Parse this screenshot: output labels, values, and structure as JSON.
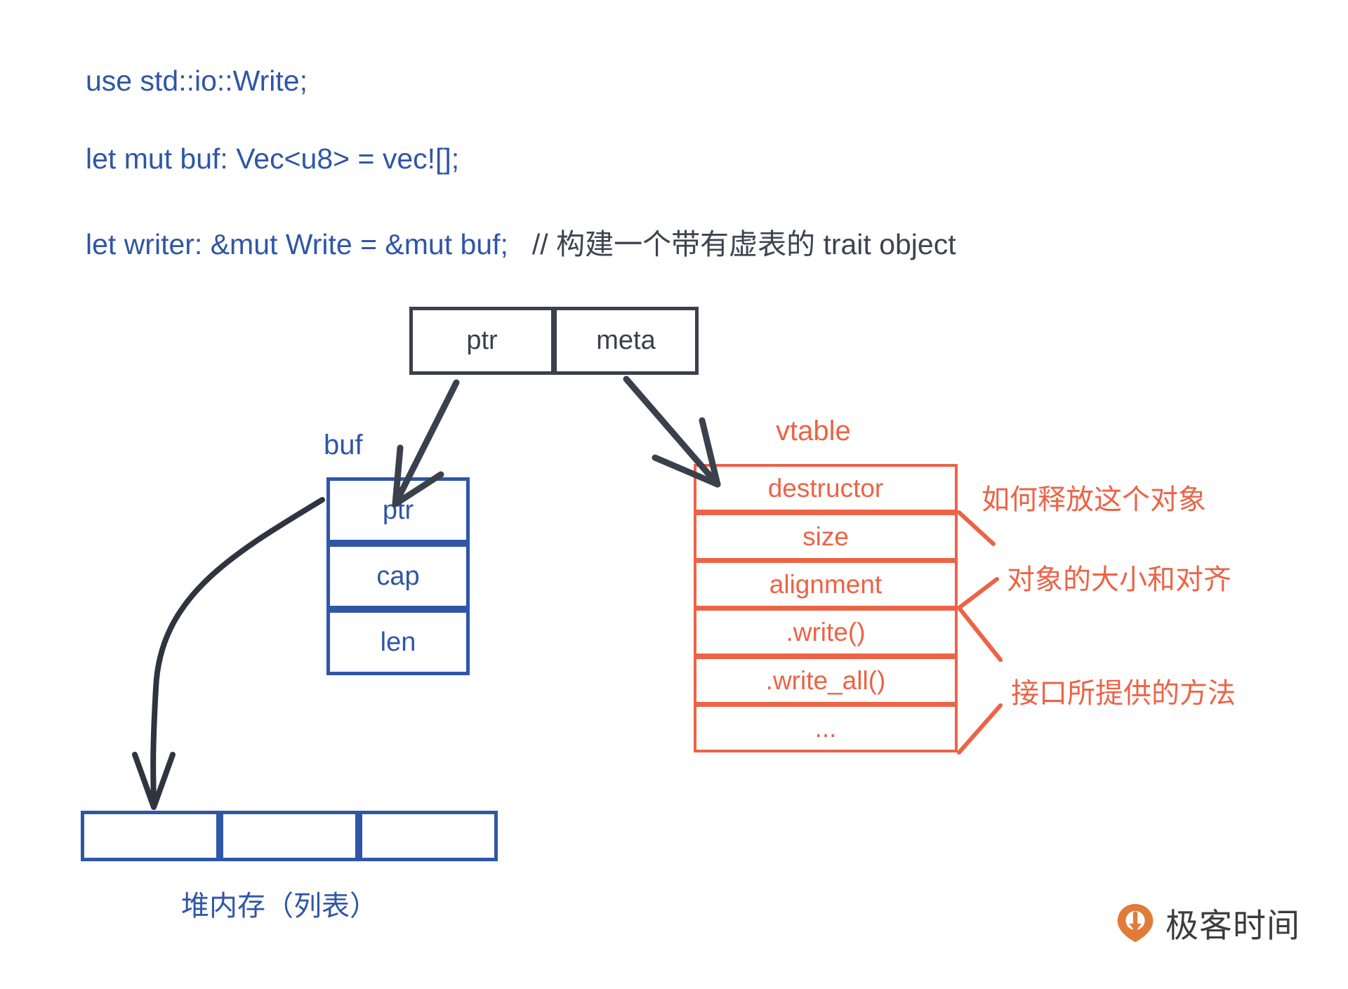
{
  "code": {
    "lines": [
      {
        "text": "use std::io::Write;",
        "comment": ""
      },
      {
        "text": "let mut buf: Vec<u8> = vec![];",
        "comment": ""
      },
      {
        "text": "let writer: &mut Write = &mut buf;",
        "comment": "// 构建一个带有虚表的 trait object"
      }
    ]
  },
  "fat_pointer": {
    "ptr_label": "ptr",
    "meta_label": "meta"
  },
  "buf": {
    "label": "buf",
    "cells": [
      "ptr",
      "cap",
      "len"
    ]
  },
  "vtable": {
    "label": "vtable",
    "rows": [
      "destructor",
      "size",
      "alignment",
      ".write()",
      ".write_all()",
      "..."
    ],
    "notes": [
      "如何释放这个对象",
      "对象的大小和对齐",
      "接口所提供的方法"
    ]
  },
  "heap": {
    "label": "堆内存（列表）",
    "cells": [
      "",
      "",
      ""
    ]
  },
  "logo": {
    "text": "极客时间"
  },
  "colors": {
    "blue": "#2f56a7",
    "orange": "#ec6346",
    "slate": "#3a414c",
    "comment_gray": "#3d4450",
    "logo_orange": "#e07b39"
  }
}
